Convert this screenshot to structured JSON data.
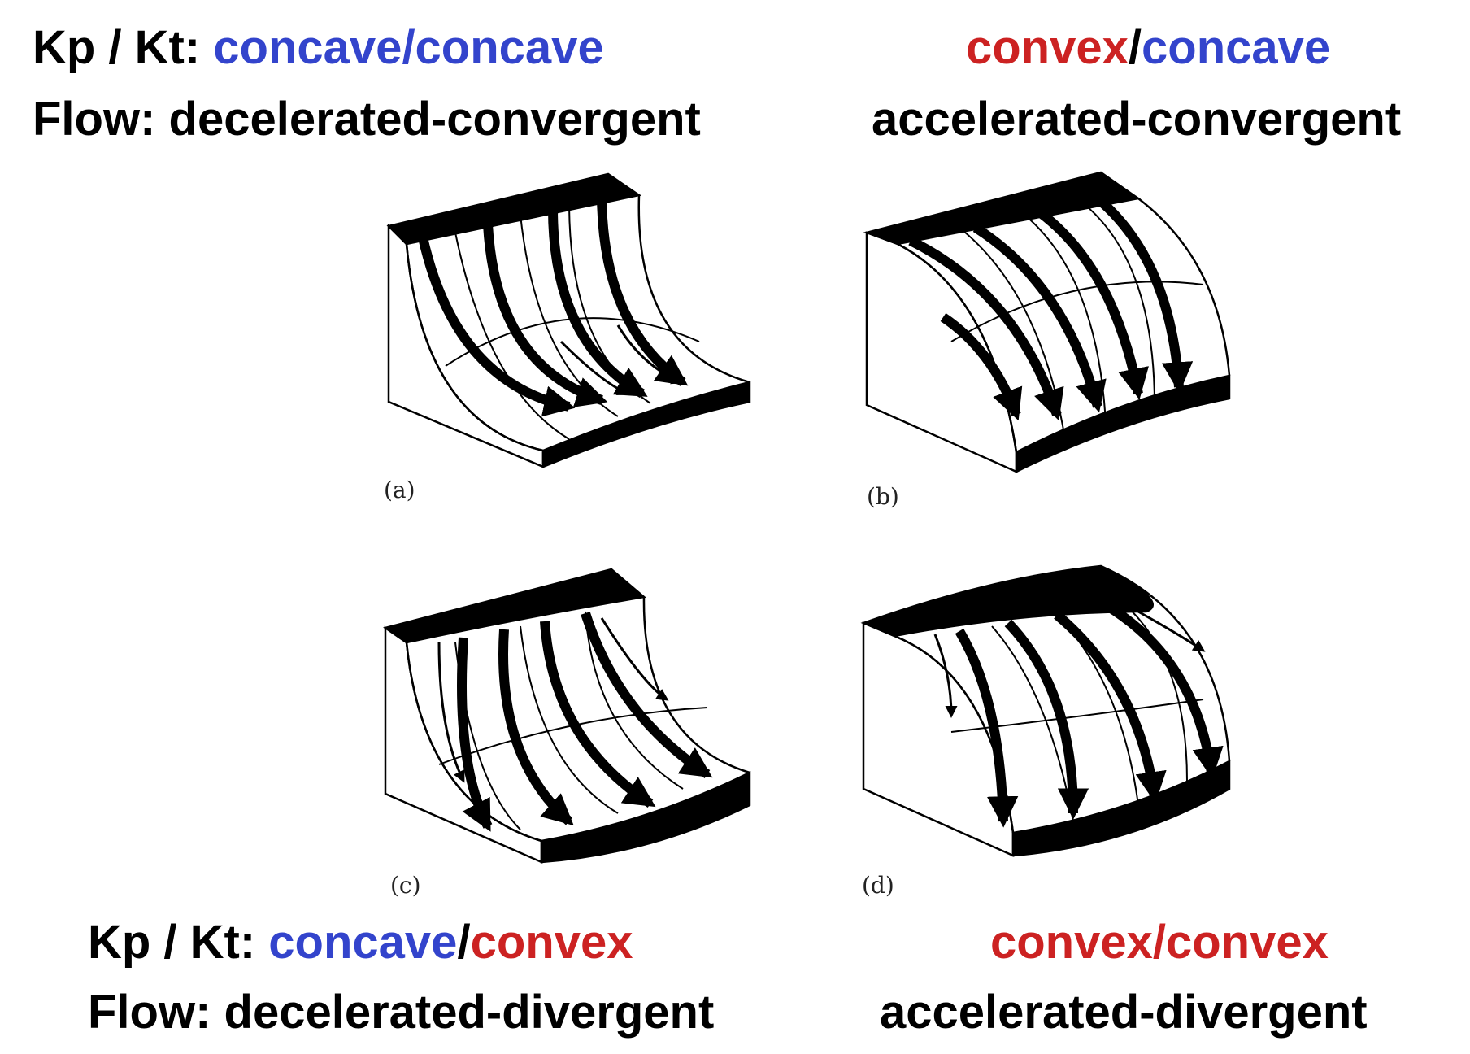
{
  "colors": {
    "concave": "#3344cc",
    "convex": "#cc2222",
    "text": "#000000"
  },
  "top_left": {
    "kp_prefix": "Kp / Kt: ",
    "kp_value": "concave/concave",
    "flow": "Flow: decelerated-convergent"
  },
  "top_right": {
    "kp_a": "convex",
    "sep": "/",
    "kp_b": "concave",
    "flow": "accelerated-convergent"
  },
  "bottom_left": {
    "kp_prefix": "Kp / Kt: ",
    "kp_a": "concave",
    "sep": "/",
    "kp_b": "convex",
    "flow": "Flow: decelerated-divergent"
  },
  "bottom_right": {
    "kp_value": "convex/convex",
    "flow": "accelerated-divergent"
  },
  "captions": {
    "a": "(a)",
    "b": "(b)",
    "c": "(c)",
    "d": "(d)"
  }
}
